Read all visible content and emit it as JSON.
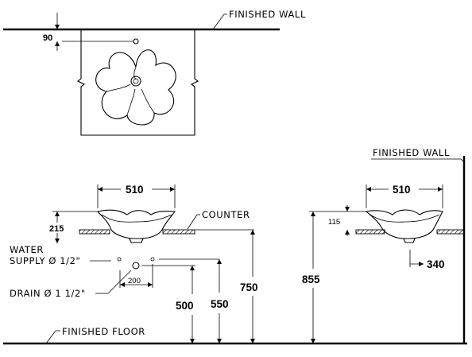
{
  "top_view": {
    "finished_wall_label": "FINISHED WALL",
    "offset_dim": "90"
  },
  "front_view": {
    "width_dim": "510",
    "height_dim": "215",
    "counter_label": "COUNTER",
    "water_supply_label_1": "WATER",
    "water_supply_label_2": "SUPPLY Ø 1/2\"",
    "drain_label": "DRAIN Ø 1 1/2\"",
    "spacing_dim": "200",
    "drain_height_dim": "500",
    "supply_height_dim": "550",
    "counter_height_dim": "750",
    "finished_floor_label": "FINISHED FLOOR"
  },
  "side_view": {
    "finished_wall_label": "FINISHED WALL",
    "width_dim": "510",
    "height_dim": "115",
    "depth_dim": "340",
    "rim_height_dim": "855"
  }
}
